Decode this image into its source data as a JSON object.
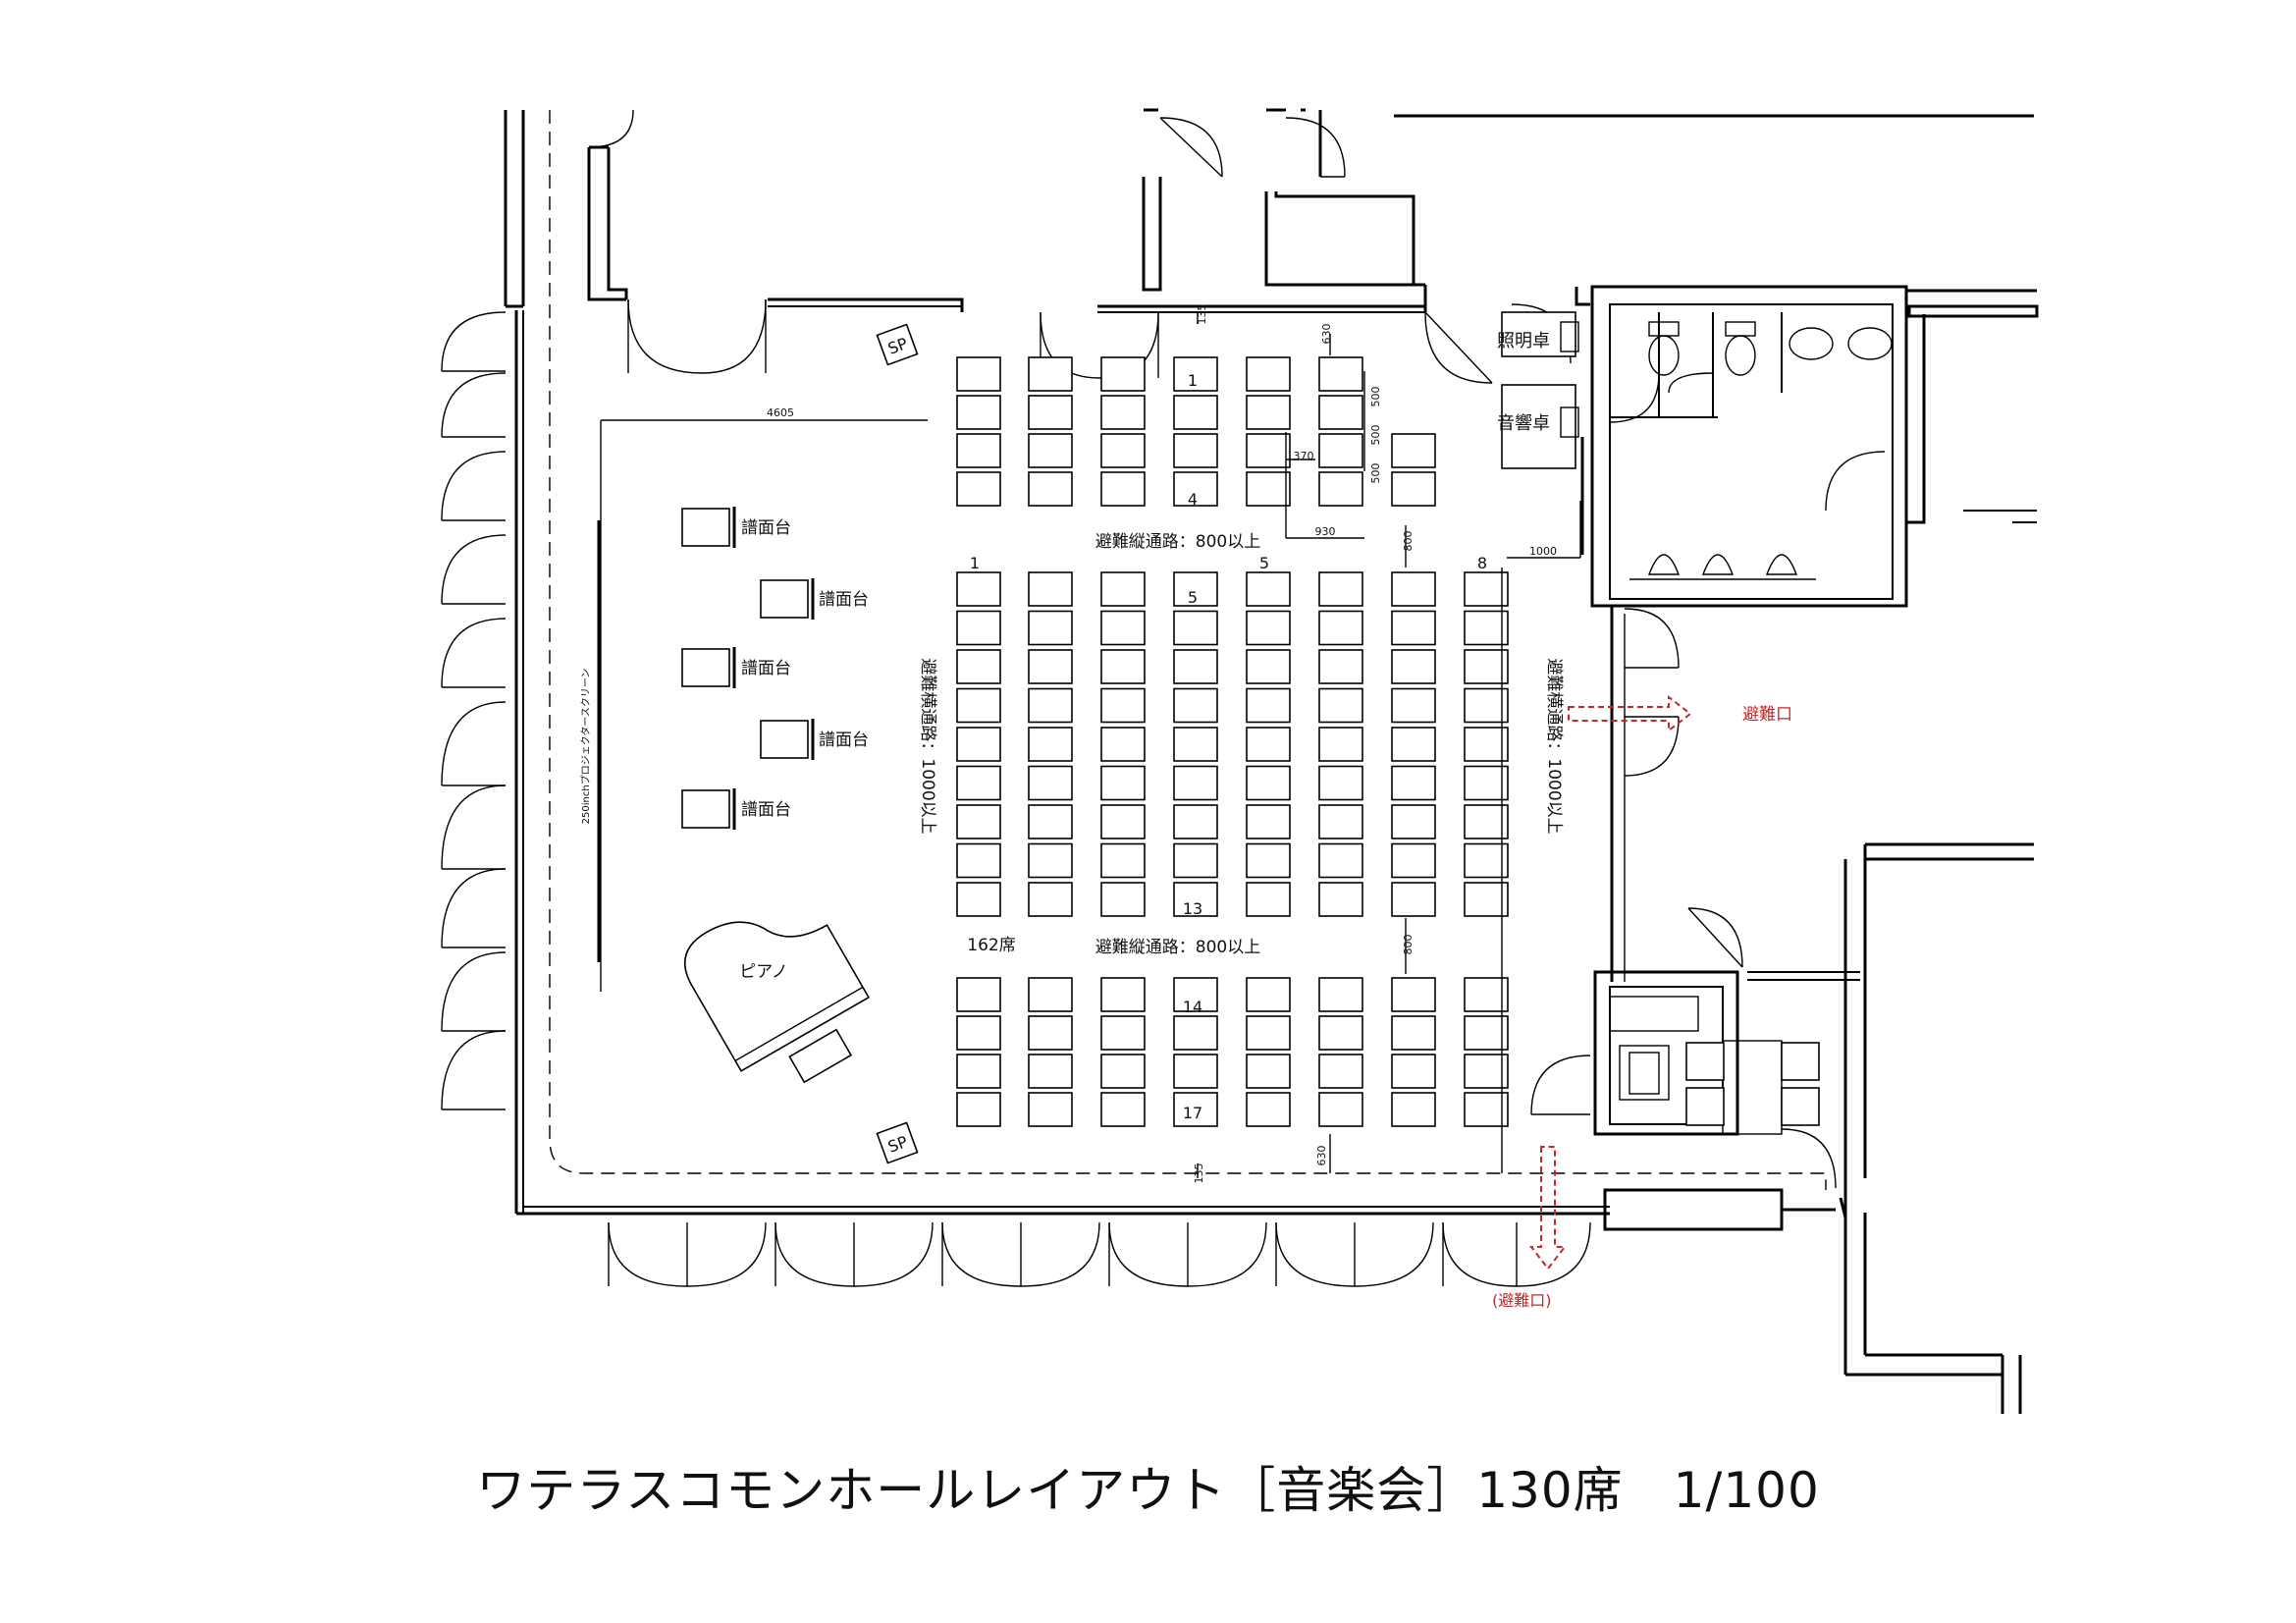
{
  "title": "ワテラスコモンホールレイアウト［音楽会］130席　1/100",
  "labels": {
    "sp": "SP",
    "lighting_desk": "照明卓",
    "sound_desk": "音響卓",
    "music_stand": "譜面台",
    "piano": "ピアノ",
    "screen": "250inchプロジェクタースクリーン",
    "capacity_note": "162席",
    "aisle_vertical": "避難縦通路：800以上",
    "aisle_horizontal": "避難横通路：1000以上",
    "exit": "避難口",
    "exit_bottom": "(避難口)"
  },
  "seat_numbers": {
    "col_1": "1",
    "col_5": "5",
    "col_8": "8",
    "row_1": "1",
    "row_4": "4",
    "row_5": "5",
    "row_13": "13",
    "row_14": "14",
    "row_17": "17"
  },
  "dimensions": {
    "d4605": "4605",
    "d135_top": "135",
    "d630_top": "630",
    "d500_a": "500",
    "d500_b": "500",
    "d500_c": "500",
    "d370": "370",
    "d930": "930",
    "d800_a": "800",
    "d800_b": "800",
    "d1000": "1000",
    "d630_bottom": "630",
    "d135_bottom": "135"
  },
  "colors": {
    "exit_red": "#c62828",
    "line": "#000000"
  }
}
